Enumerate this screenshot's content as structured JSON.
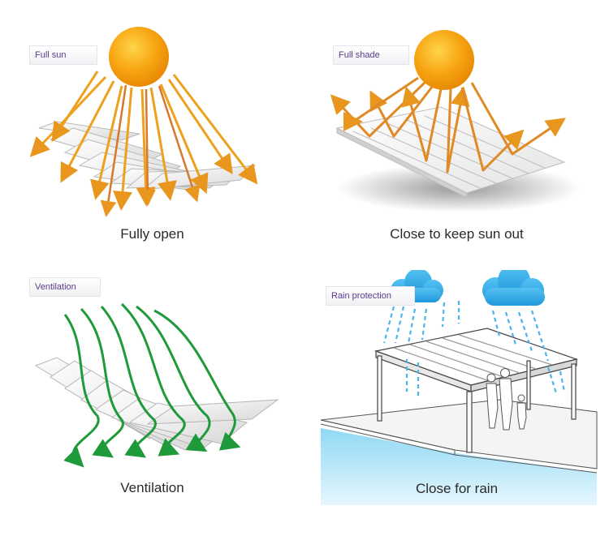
{
  "panels": [
    {
      "tag": "Full sun",
      "caption": "Fully open"
    },
    {
      "tag": "Full shade",
      "caption": "Close to keep sun out"
    },
    {
      "tag": "Ventilation",
      "caption": "Ventilation"
    },
    {
      "tag": "Rain protection",
      "caption": "Close for rain"
    }
  ],
  "colors": {
    "sun": "#f5a10f",
    "sun_ray": "#f0a020",
    "reflect_ray": "#e08a25",
    "airflow": "#1f9a3a",
    "cloud": "#2aa8e8",
    "rain": "#49b6ea",
    "label_text": "#5b3a8c",
    "water": "#6ec9f0"
  },
  "icons": [
    "sun-icon",
    "cloud-icon",
    "rain-icon",
    "airflow-icon",
    "louver-roof-icon",
    "pergola-icon",
    "family-icon"
  ]
}
